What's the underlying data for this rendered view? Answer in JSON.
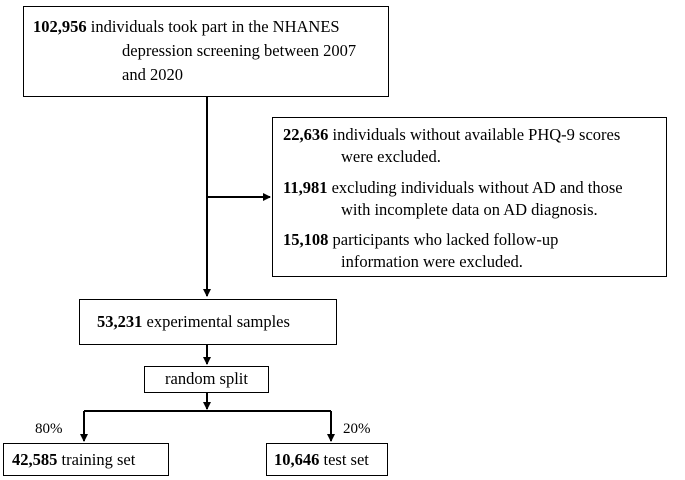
{
  "start": {
    "count": "102,956",
    "line1": "individuals took part in the NHANES",
    "line2": "depression screening between 2007",
    "line3": "and 2020"
  },
  "exclusions": [
    {
      "count": "22,636",
      "line1": "individuals without available PHQ-9 scores",
      "line2": "were excluded."
    },
    {
      "count": "11,981",
      "line1": "excluding individuals without AD and those",
      "line2": "with incomplete data on AD diagnosis."
    },
    {
      "count": "15,108",
      "line1": "participants who lacked follow-up",
      "line2": "information were excluded."
    }
  ],
  "samples": {
    "count": "53,231",
    "label": "experimental samples"
  },
  "split": {
    "label": "random split"
  },
  "training": {
    "count": "42,585",
    "label": "training set",
    "percent": "80%"
  },
  "test": {
    "count": "10,646",
    "label": "test set",
    "percent": "20%"
  }
}
